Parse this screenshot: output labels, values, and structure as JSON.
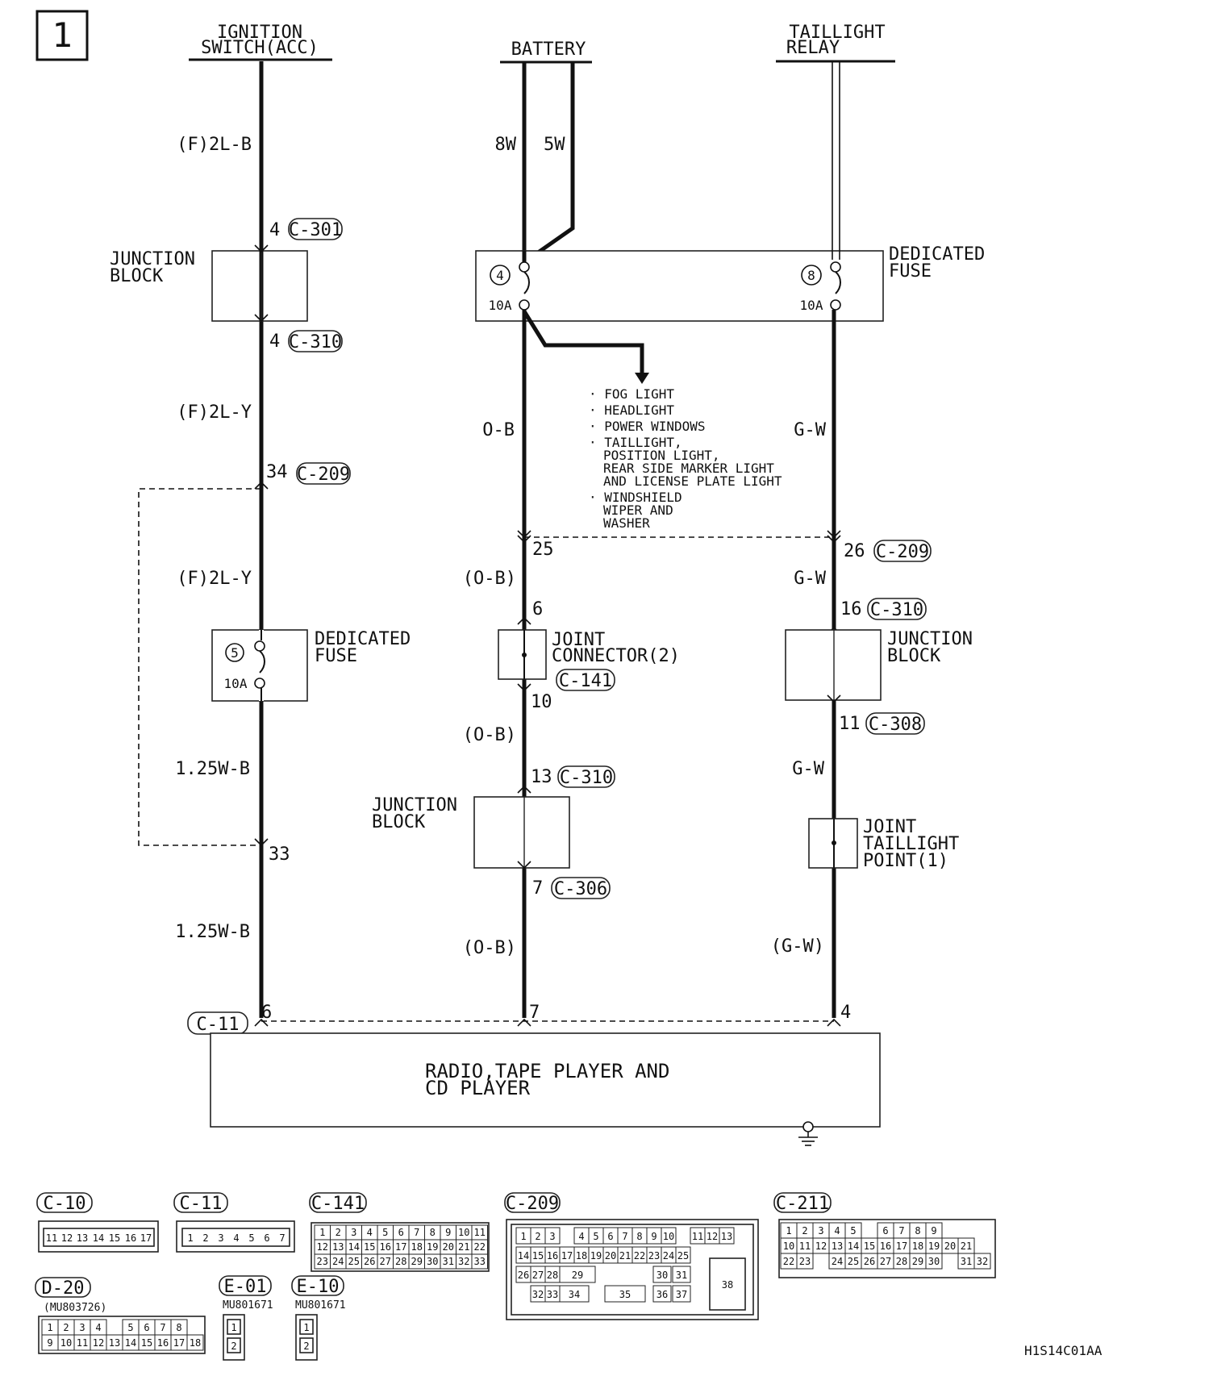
{
  "page_number": "1",
  "sources": {
    "ignition": [
      "IGNITION",
      "SWITCH(ACC)"
    ],
    "battery": "BATTERY",
    "taillight_relay": [
      "TAILLIGHT",
      "RELAY"
    ]
  },
  "wires": {
    "left_1": "(F)2L-B",
    "left_2": "(F)2L-Y",
    "left_3": "(F)2L-Y",
    "left_4": "1.25W-B",
    "left_5": "1.25W-B",
    "bat_a": "8W",
    "bat_b": "5W",
    "mid_1": "O-B",
    "mid_2": "(O-B)",
    "mid_3": "(O-B)",
    "mid_4": "(O-B)",
    "right_1": "G-W",
    "right_2": "G-W",
    "right_3": "G-W",
    "right_4": "(G-W)"
  },
  "pins": {
    "p4a": "4",
    "p4b": "4",
    "p34": "34",
    "p33": "33",
    "p6a": "6",
    "p25": "25",
    "p6b": "6",
    "p10": "10",
    "p13": "13",
    "p7a": "7",
    "p7b": "7",
    "p26": "26",
    "p16": "16",
    "p11": "11",
    "p4c": "4"
  },
  "connectors": {
    "c301": "C-301",
    "c310a": "C-310",
    "c209a": "C-209",
    "c209b": "C-209",
    "c310b": "C-310",
    "c141": "C-141",
    "c310c": "C-310",
    "c306": "C-306",
    "c308": "C-308",
    "c11": "C-11"
  },
  "components": {
    "jb_left": [
      "JUNCTION",
      "BLOCK"
    ],
    "fuse_top": [
      "DEDICATED",
      "FUSE"
    ],
    "fuse_left": [
      "DEDICATED",
      "FUSE"
    ],
    "joint_connector": [
      "JOINT",
      "CONNECTOR(2)"
    ],
    "jb_mid": [
      "JUNCTION",
      "BLOCK"
    ],
    "jb_right": [
      "JUNCTION",
      "BLOCK"
    ],
    "joint_taillight": [
      "JOINT",
      "TAILLIGHT",
      "POINT(1)"
    ],
    "radio": [
      "RADIO,TAPE PLAYER AND",
      "CD PLAYER"
    ]
  },
  "fuses": {
    "f4": "4",
    "f4_amp": "10A",
    "f8": "8",
    "f8_amp": "10A",
    "f5": "5",
    "f5_amp": "10A"
  },
  "fuse_loads": [
    [
      "· FOG LIGHT"
    ],
    [
      "· HEADLIGHT"
    ],
    [
      "· POWER WINDOWS"
    ],
    [
      "· TAILLIGHT,",
      "POSITION LIGHT,",
      "REAR SIDE MARKER LIGHT",
      "AND LICENSE PLATE LIGHT"
    ],
    [
      "· WINDSHIELD",
      "WIPER AND",
      "WASHER"
    ]
  ],
  "connector_faces": {
    "c10": {
      "label": "C-10",
      "pins": [
        "11",
        "12",
        "13",
        "14",
        "15",
        "16",
        "17"
      ]
    },
    "c11": {
      "label": "C-11",
      "pins": [
        "1",
        "2",
        "3",
        "4",
        "5",
        "6",
        "7"
      ]
    },
    "c141": {
      "label": "C-141",
      "rows": [
        [
          "1",
          "2",
          "3",
          "4",
          "5",
          "6",
          "7",
          "8",
          "9",
          "10",
          "11"
        ],
        [
          "12",
          "13",
          "14",
          "15",
          "16",
          "17",
          "18",
          "19",
          "20",
          "21",
          "22"
        ],
        [
          "23",
          "24",
          "25",
          "26",
          "27",
          "28",
          "29",
          "30",
          "31",
          "32",
          "33"
        ]
      ]
    },
    "c209": {
      "label": "C-209",
      "rows": [
        [
          "1",
          "2",
          "3",
          "",
          "4",
          "5",
          "6",
          "7",
          "8",
          "9",
          "10",
          "",
          "11",
          "12",
          "13"
        ],
        [
          "14",
          "15",
          "16",
          "17",
          "18",
          "19",
          "20",
          "21",
          "22",
          "23",
          "24",
          "25"
        ],
        [
          "26",
          "27",
          "28",
          "29",
          "30",
          "31"
        ],
        [
          "32",
          "33",
          "34",
          "35",
          "36",
          "37"
        ]
      ],
      "big_pin": "38"
    },
    "c211": {
      "label": "C-211",
      "rows": [
        [
          "1",
          "2",
          "3",
          "4",
          "5",
          "",
          "6",
          "7",
          "8",
          "9"
        ],
        [
          "10",
          "11",
          "12",
          "13",
          "14",
          "15",
          "16",
          "17",
          "18",
          "19",
          "20",
          "21"
        ],
        [
          "22",
          "23",
          "",
          "24",
          "25",
          "26",
          "27",
          "28",
          "29",
          "30",
          "",
          "31",
          "32"
        ]
      ]
    },
    "d20": {
      "label": "D-20",
      "part": "(MU803726)",
      "rows": [
        [
          "1",
          "2",
          "3",
          "4",
          "",
          "5",
          "6",
          "7",
          "8"
        ],
        [
          "9",
          "10",
          "11",
          "12",
          "13",
          "14",
          "15",
          "16",
          "17",
          "18"
        ]
      ]
    },
    "e01": {
      "label": "E-01",
      "part": "MU801671",
      "pins": [
        "1",
        "2"
      ]
    },
    "e10": {
      "label": "E-10",
      "part": "MU801671",
      "pins": [
        "1",
        "2"
      ]
    }
  },
  "figure_code": "H1S14C01AA"
}
